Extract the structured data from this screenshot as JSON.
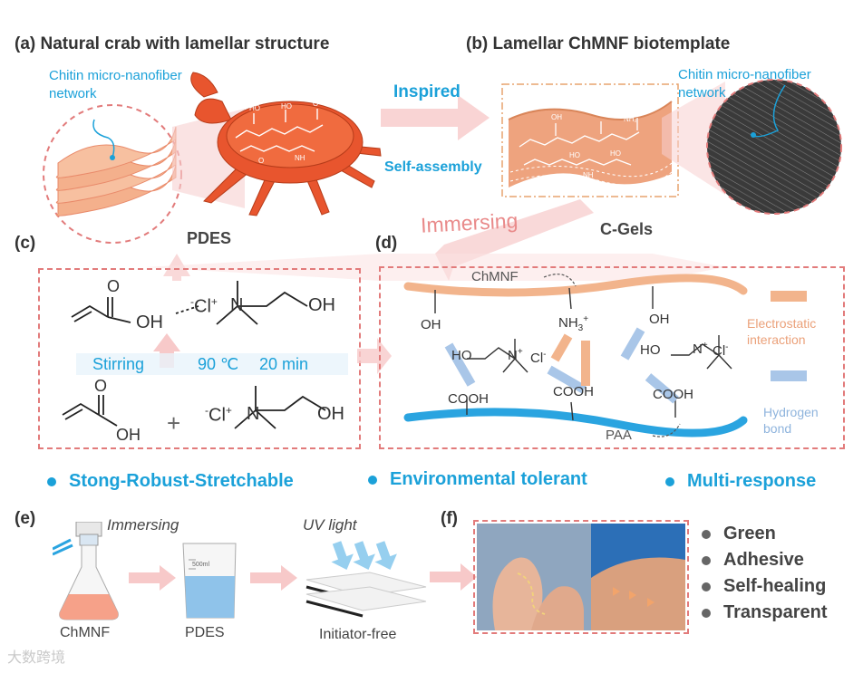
{
  "panel_a": {
    "title": "(a) Natural crab with lamellar structure",
    "network_label_line1": "Chitin micro-nanofiber",
    "network_label_line2": "network"
  },
  "panel_b": {
    "title": "(b) Lamellar ChMNF biotemplate",
    "inspired": "Inspired",
    "self_assembly": "Self-assembly",
    "network_label_line1": "Chitin micro-nanofiber",
    "network_label_line2": "network"
  },
  "arrows": {
    "immersing": "Immersing",
    "pdes": "PDES",
    "cgels": "C-Gels"
  },
  "panel_c": {
    "label": "(c)",
    "stirring": "Stirring",
    "temperature": "90 ℃",
    "time": "20 min",
    "oh_top": "OH",
    "o_top": "O",
    "cl_top": "Cl",
    "n_top": "N",
    "oh_right_top": "OH",
    "o_bottom": "O",
    "oh_bottom": "OH",
    "plus": "+",
    "cl_bottom": "Cl",
    "n_bottom": "N",
    "oh_right_bottom": "OH"
  },
  "panel_d": {
    "label": "(d)",
    "chmnf": "ChMNF",
    "paa": "PAA",
    "oh1": "OH",
    "nh3": "NH",
    "oh2": "OH",
    "ho1": "HO",
    "n1": "N",
    "cl1": "Cl",
    "ho2": "HO",
    "n2": "N",
    "cl2": "Cl",
    "cooh1": "COOH",
    "cooh2": "COOH",
    "cooh3": "COOH",
    "legend_electrostatic_1": "Electrostatic",
    "legend_electrostatic_2": "interaction",
    "legend_hydrogen_1": "Hydrogen",
    "legend_hydrogen_2": "bond"
  },
  "features": [
    "Stong-Robust-Stretchable",
    "Environmental tolerant",
    "Multi-response"
  ],
  "panel_e": {
    "label": "(e)",
    "immersing": "Immersing",
    "uv_light": "UV light",
    "chmnf": "ChMNF",
    "pdes": "PDES",
    "initiator_free": "Initiator-free",
    "beaker_volume": "500ml"
  },
  "panel_f": {
    "label": "(f)",
    "properties": [
      "Green",
      "Adhesive",
      "Self-healing",
      "Transparent"
    ]
  },
  "watermark": "大数跨境",
  "colors": {
    "accent_blue": "#1ba1d9",
    "accent_pink": "#e98a8a",
    "chitin_orange": "#eea37e",
    "dash_red": "#e27b7b",
    "hbond_blue": "#a9c6e8",
    "electro_orange": "#f2b48c"
  }
}
